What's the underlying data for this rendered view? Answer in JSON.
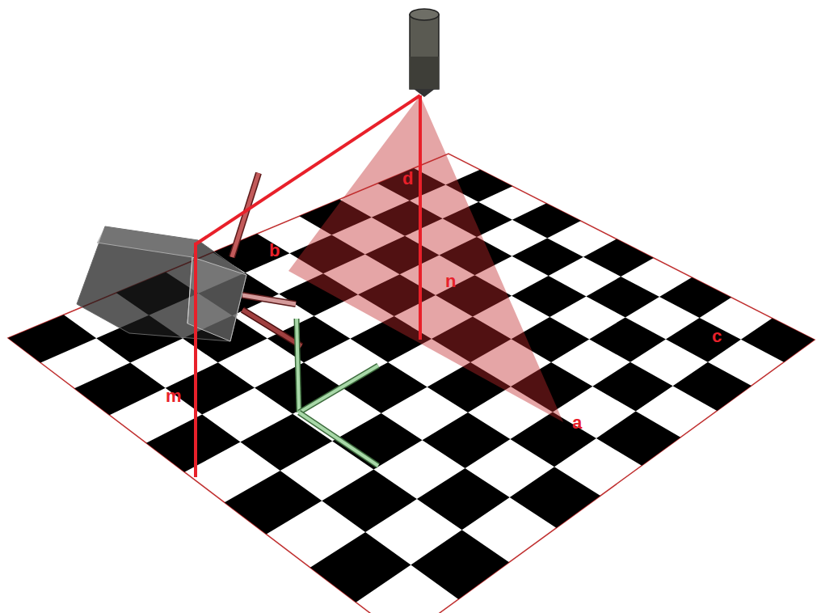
{
  "diagram": {
    "labels": [
      "d",
      "b",
      "n",
      "m",
      "a",
      "c"
    ]
  }
}
